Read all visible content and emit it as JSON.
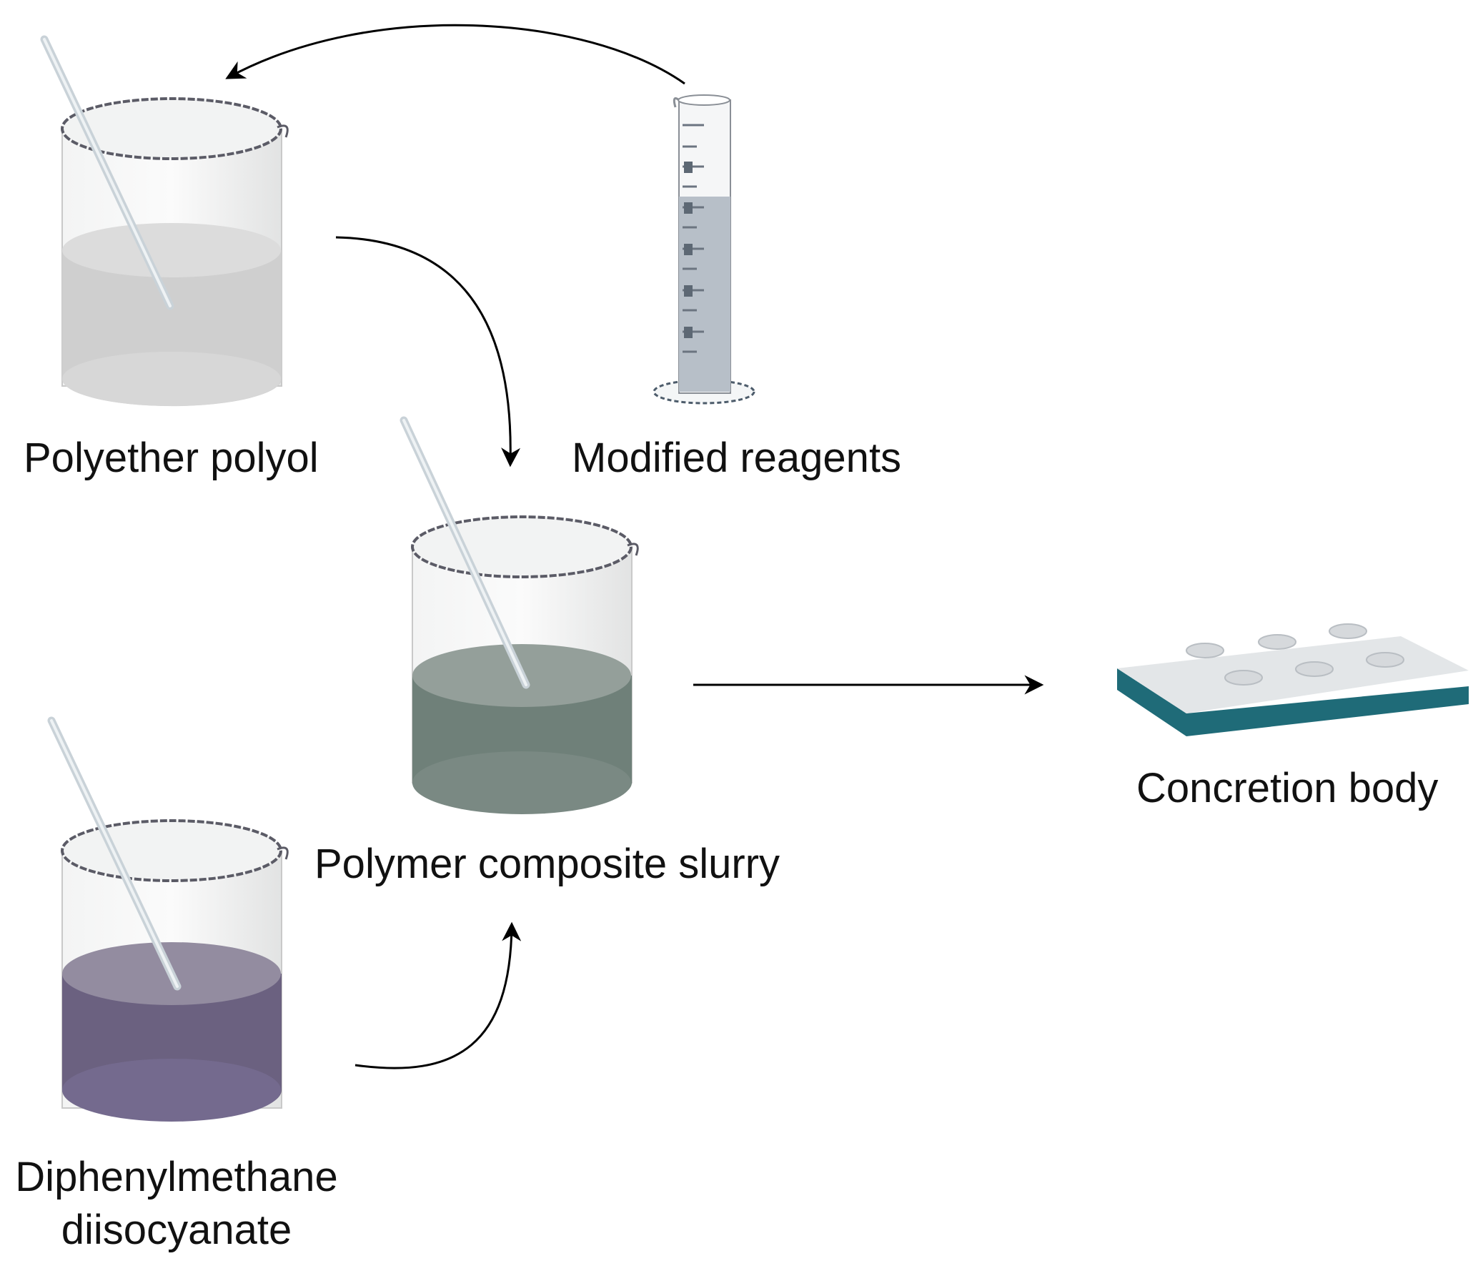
{
  "labels": {
    "polyether_polyol": "Polyether polyol",
    "modified_reagents": "Modified reagents",
    "polymer_composite_slurry": "Polymer composite slurry",
    "concretion_body": "Concretion body",
    "diphenylmethane_line1": "Diphenylmethane",
    "diphenylmethane_line2": "diisocyanate"
  },
  "colors": {
    "polyol_liquid": "#cfcfcf",
    "slurry_liquid": "#6f8079",
    "mdi_liquid": "#6b6180",
    "cylinder_liquid": "#b7bfc8",
    "body_top": "#e3e6e8",
    "body_side": "#1f6b78",
    "arrow": "#000000",
    "glass_edge": "#5b5b66"
  }
}
